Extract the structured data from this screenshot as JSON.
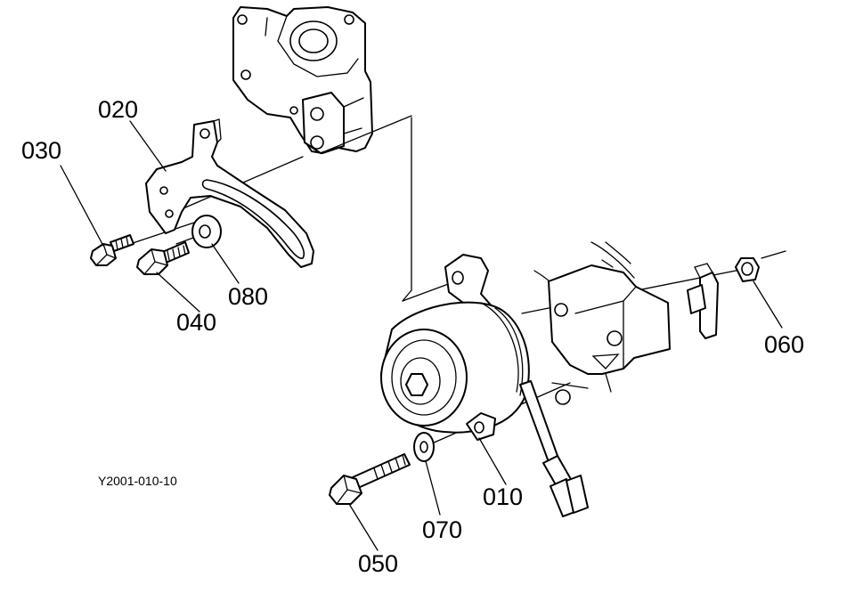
{
  "diagram": {
    "figure_id": "Y2001-010-10",
    "callouts": {
      "p010": "010",
      "p020": "020",
      "p030": "030",
      "p040": "040",
      "p050": "050",
      "p060": "060",
      "p070": "070",
      "p080": "080"
    }
  }
}
